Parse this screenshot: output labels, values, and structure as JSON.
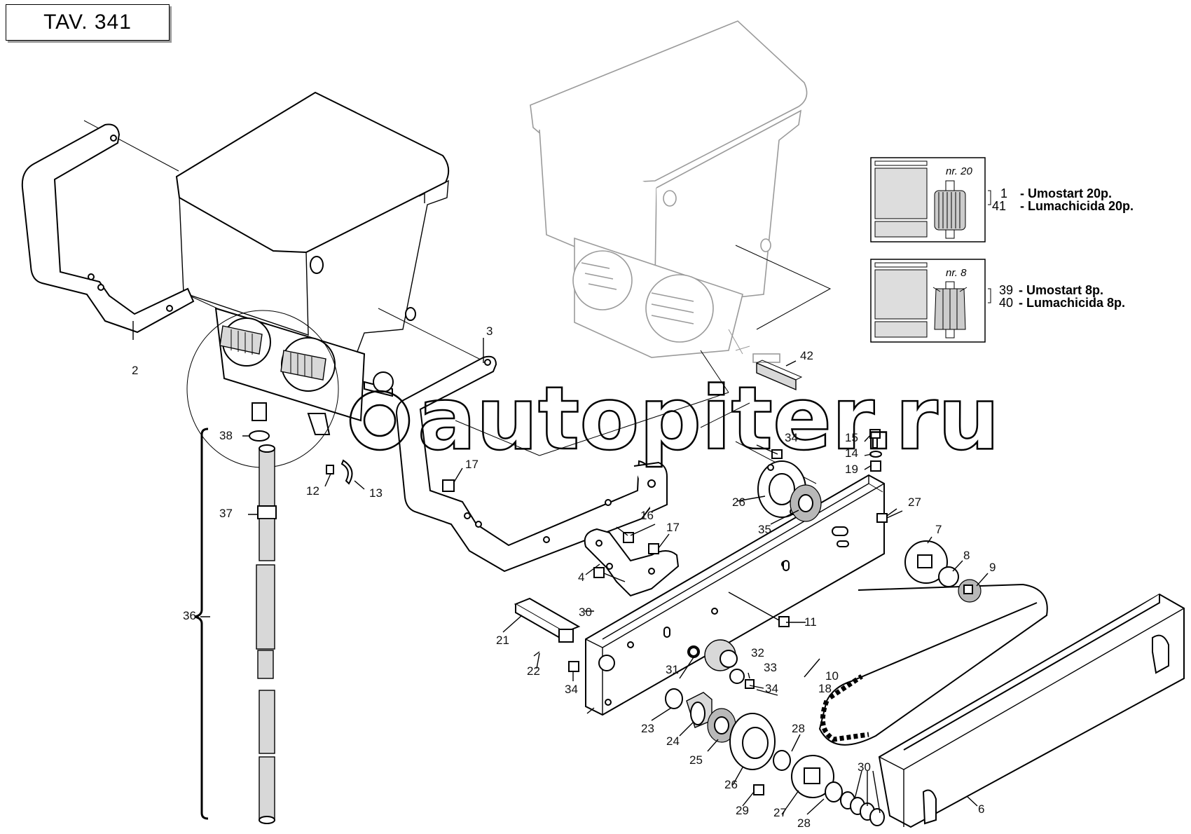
{
  "title": "TAV. 341",
  "watermark": "autopiter.ru",
  "panels": [
    {
      "nr": "nr. 20",
      "items": [
        {
          "code": "1",
          "name": "Umostart 20p."
        },
        {
          "code": "41",
          "name": "Lumachicida 20p."
        }
      ]
    },
    {
      "nr": "nr. 8",
      "items": [
        {
          "code": "39",
          "name": "Umostart 8p."
        },
        {
          "code": "40",
          "name": "Lumachicida 8p."
        }
      ]
    }
  ],
  "callouts": [
    "2",
    "3",
    "42",
    "34",
    "15",
    "14",
    "19",
    "17",
    "26",
    "35",
    "27",
    "12",
    "13",
    "38",
    "37",
    "36",
    "16",
    "17",
    "4",
    "7",
    "8",
    "9",
    "30",
    "11",
    "21",
    "22",
    "32",
    "31",
    "33",
    "34",
    "34",
    "10",
    "18",
    "23",
    "24",
    "25",
    "28",
    "26",
    "29",
    "30",
    "27",
    "28",
    "6"
  ]
}
